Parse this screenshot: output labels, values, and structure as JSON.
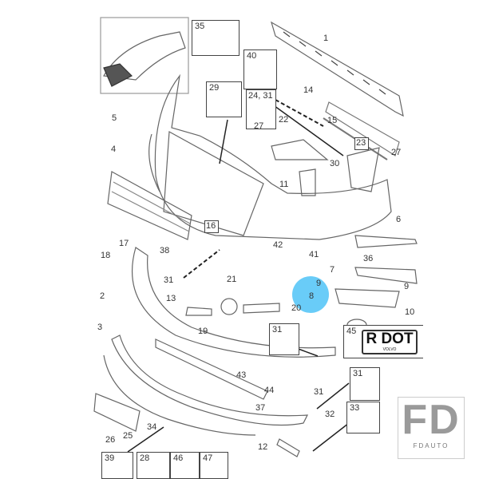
{
  "diagram": {
    "callouts": [
      "1",
      "14",
      "15",
      "23",
      "27",
      "30",
      "22",
      "27",
      "11",
      "5",
      "4",
      "16",
      "17",
      "18",
      "38",
      "6",
      "36",
      "7",
      "9",
      "9",
      "8",
      "10",
      "20",
      "21",
      "19",
      "13",
      "31",
      "2",
      "3",
      "42",
      "41",
      "43",
      "44",
      "31",
      "32",
      "37",
      "34",
      "25",
      "26",
      "12"
    ],
    "boxes": {
      "b35": "35",
      "b40": "40",
      "b29": "29",
      "b2431": "24, 31",
      "b31a": "31",
      "b45": "45",
      "b31b": "31",
      "b33": "33",
      "b39": "39",
      "b28": "28",
      "b46": "46",
      "b47": "47"
    },
    "plate_text": "R DOT",
    "plate_brand": "VOLVO",
    "highlight_color": "#4fc3f7",
    "logo": {
      "mark": "FD",
      "text": "FDAUTO"
    }
  }
}
